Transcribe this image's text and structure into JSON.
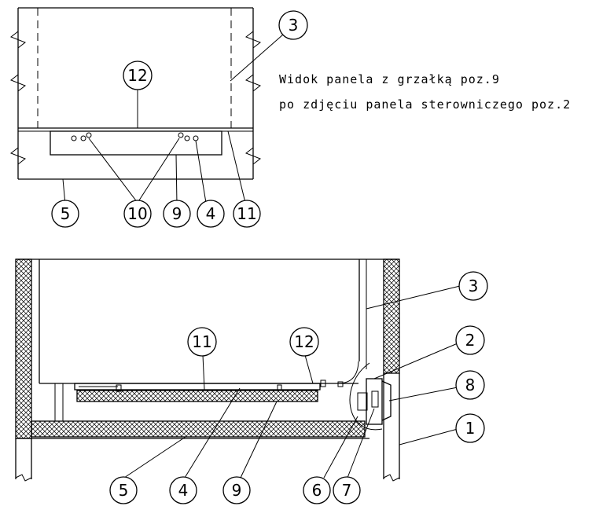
{
  "note": {
    "line1": "Widok panela z grzałką poz.9",
    "line2": "po zdjęciu panela sterowniczego poz.2"
  },
  "top_view": {
    "labels": {
      "p3": "3",
      "p12": "12",
      "p5": "5",
      "p10": "10",
      "p9": "9",
      "p4": "4",
      "p11": "11"
    }
  },
  "section_view": {
    "labels": {
      "p3": "3",
      "p2": "2",
      "p8": "8",
      "p1": "1",
      "p11": "11",
      "p12": "12",
      "p5": "5",
      "p4": "4",
      "p9": "9",
      "p6": "6",
      "p7": "7"
    }
  }
}
